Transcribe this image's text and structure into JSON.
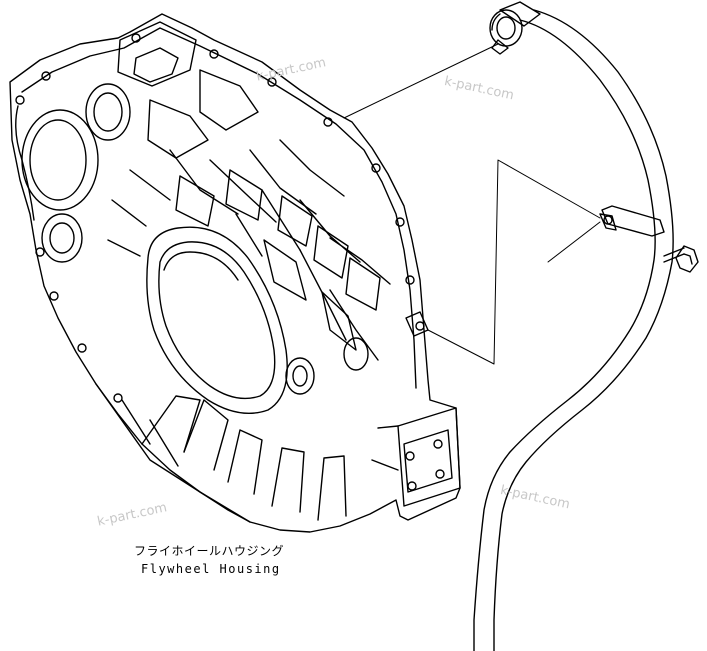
{
  "labels": {
    "part_name_jp": "フライホイールハウジング",
    "part_name_en": "Flywheel Housing"
  },
  "watermarks": [
    "k-part.com",
    "k-part.com",
    "k-part.com",
    "k-part.com"
  ],
  "colors": {
    "line": "#000000",
    "background": "#ffffff",
    "watermark": "#c8c8c8"
  }
}
